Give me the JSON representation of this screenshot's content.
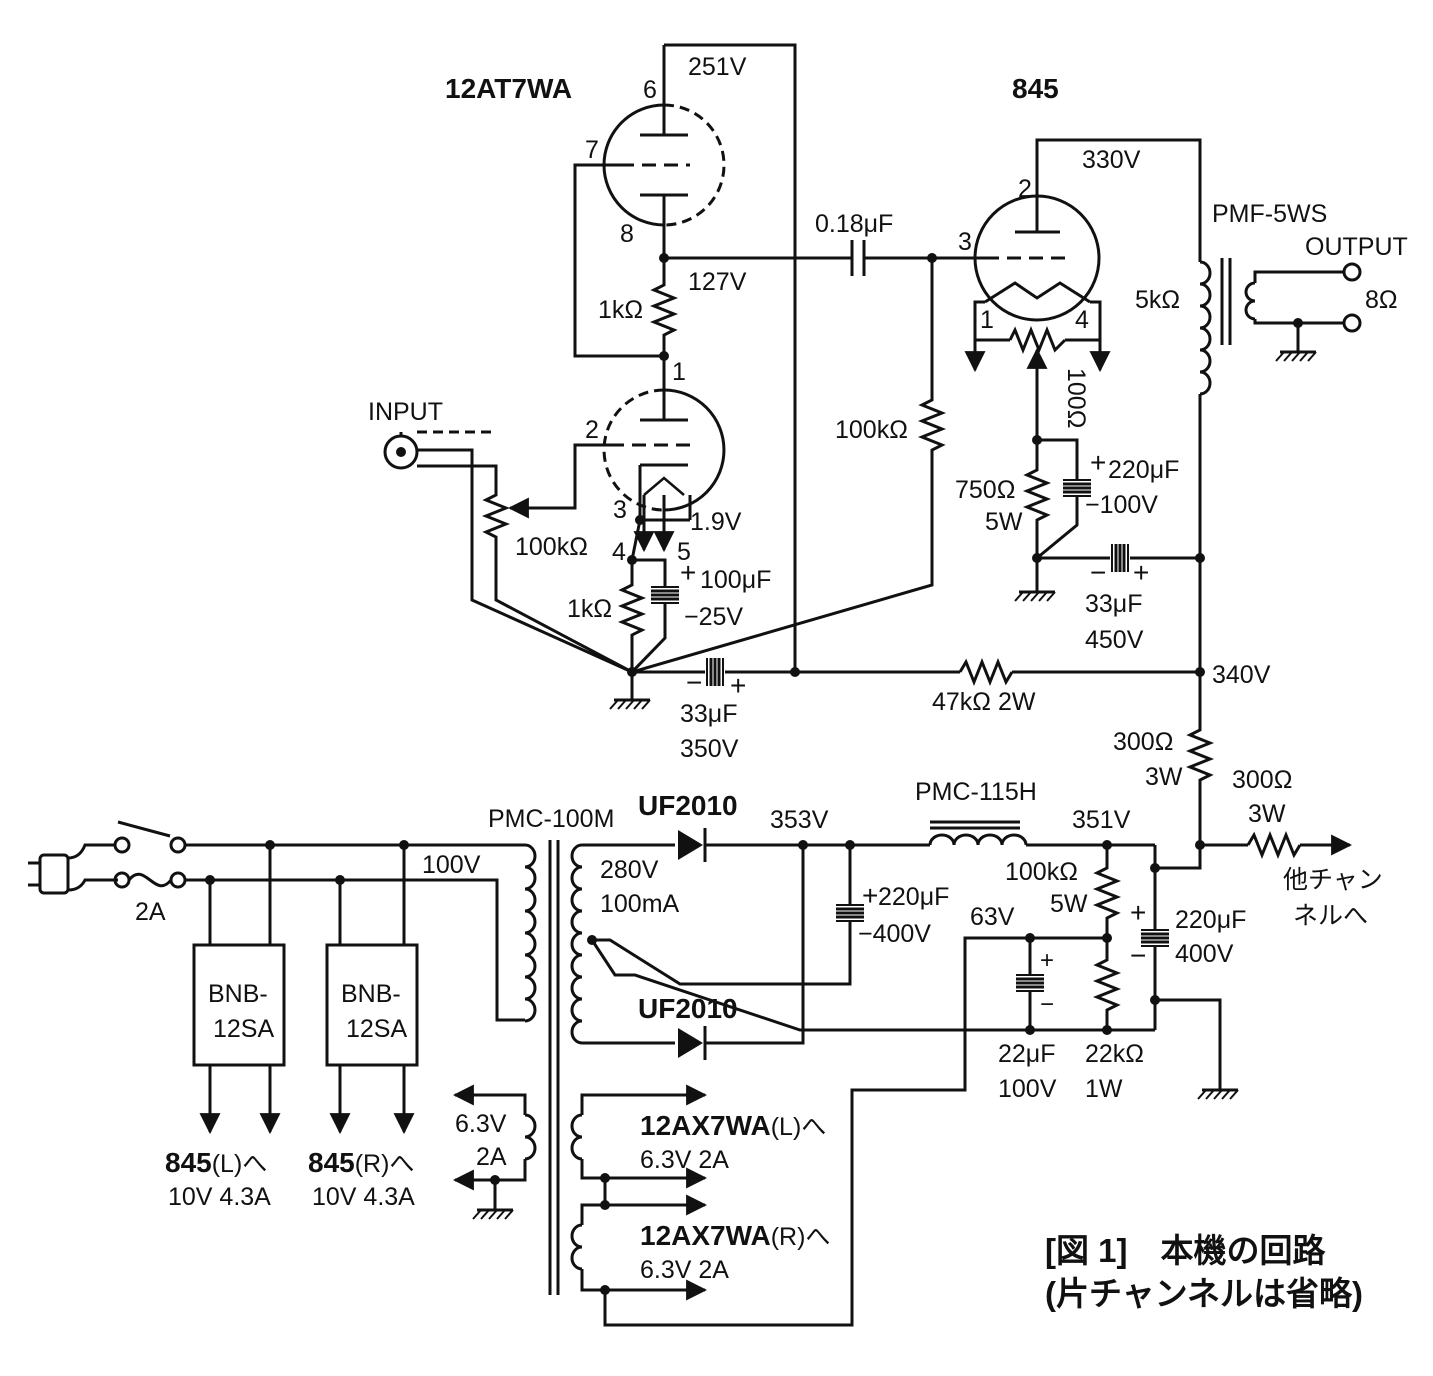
{
  "tubes": {
    "v1": "12AT7WA",
    "v2": "845"
  },
  "pins": {
    "v1a_plate": "6",
    "v1a_grid": "7",
    "v1a_cathode": "8",
    "v1b_plate": "1",
    "v1b_grid": "2",
    "v1b_cathode": "3",
    "v1b_heater_a": "4",
    "v1b_heater_b": "5",
    "v2_plate": "2",
    "v2_grid": "3",
    "v2_fil_a": "1",
    "v2_fil_b": "4"
  },
  "voltages": {
    "v1_plate": "251V",
    "v1_cathode": "127V",
    "v1_bias": "1.9V",
    "v2_plate": "330V",
    "b_plus": "340V",
    "rect_out": "353V",
    "choke_out": "351V",
    "tap": "63V",
    "mains": "100V"
  },
  "components": {
    "coupling_cap": "0.18μF",
    "r_k1": "1kΩ",
    "r_g2": "100kΩ",
    "vol_pot": "100kΩ",
    "r_k2": "1kΩ",
    "c_k2": [
      "100μF",
      "−25V"
    ],
    "c_dec1": [
      "33μF",
      "350V"
    ],
    "r_drop": "47kΩ 2W",
    "hum_pot": "100Ω",
    "r_bias": [
      "750Ω",
      "5W"
    ],
    "c_bias": [
      "220μF",
      "−100V"
    ],
    "c_dec2": [
      "33μF",
      "450V"
    ],
    "r_300a": [
      "300Ω",
      "3W"
    ],
    "r_300b": [
      "300Ω",
      "3W"
    ],
    "c_res1": [
      "220μF",
      "−400V"
    ],
    "r_bleed1": [
      "100kΩ",
      "5W"
    ],
    "c_res2": [
      "220μF",
      "400V"
    ],
    "c_63": [
      "22μF",
      "100V"
    ],
    "r_22k": [
      "22kΩ",
      "1W"
    ]
  },
  "labels": {
    "input": "INPUT",
    "output": "OUTPUT",
    "output_imp": "8Ω",
    "opt": "PMF-5WS",
    "opt_primary": "5kΩ",
    "power_trans": "PMC-100M",
    "choke": "PMC-115H",
    "diode_1": "UF2010",
    "diode_2": "UF2010",
    "secondary": [
      "280V",
      "100mA"
    ],
    "fuse": "2A",
    "other_channel": [
      "他チャン",
      "ネルへ"
    ],
    "heater_sec": [
      "6.3V",
      "2A"
    ]
  },
  "psu_modules": [
    {
      "name": [
        "BNB-",
        "12SA"
      ],
      "dest": "845",
      "dest_suffix": "(L)へ",
      "rating": "10V 4.3A"
    },
    {
      "name": [
        "BNB-",
        "12SA"
      ],
      "dest": "845",
      "dest_suffix": "(R)へ",
      "rating": "10V 4.3A"
    }
  ],
  "heater_outputs": [
    {
      "dest": "12AX7WA",
      "dest_suffix": "(L)へ",
      "rating": "6.3V 2A"
    },
    {
      "dest": "12AX7WA",
      "dest_suffix": "(R)へ",
      "rating": "6.3V 2A"
    }
  ],
  "caption": {
    "line1": "[図 1]　本機の回路",
    "line2": "(片チャンネルは省略)"
  }
}
